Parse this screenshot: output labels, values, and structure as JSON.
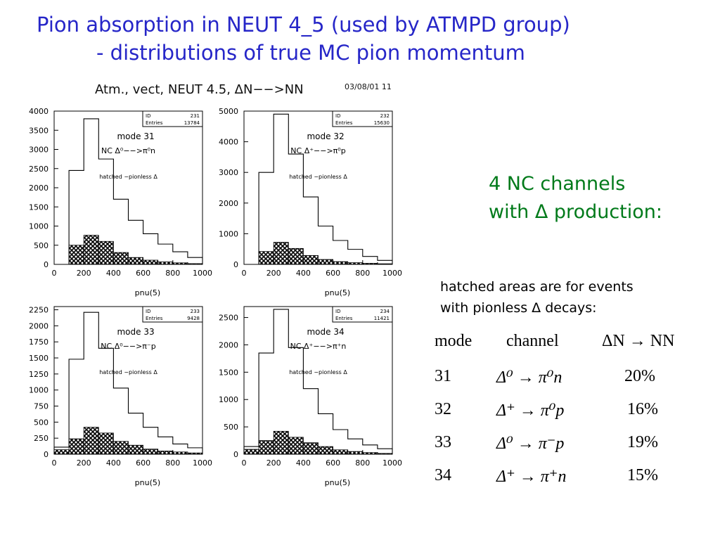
{
  "title": {
    "line1": "Pion absorption in NEUT 4_5 (used by ATMPD group)",
    "line2": "- distributions of true MC pion momentum"
  },
  "figure_header": {
    "text": "Atm., vect, NEUT 4.5,  ΔN−−>NN",
    "date": "03/08/01  11"
  },
  "side_note": {
    "nc_line1": "4 NC channels",
    "nc_line2": "with Δ production:",
    "hatch_line1": "hatched areas are for events",
    "hatch_line2": "with pionless Δ decays:"
  },
  "table": {
    "headers": [
      "mode",
      "channel",
      "ΔN → NN"
    ],
    "rows": [
      {
        "mode": "31",
        "channel": "Δ⁰ → π⁰n",
        "frac": "20%"
      },
      {
        "mode": "32",
        "channel": "Δ⁺ → π⁰p",
        "frac": "16%"
      },
      {
        "mode": "33",
        "channel": "Δ⁰ → π⁻p",
        "frac": "19%"
      },
      {
        "mode": "34",
        "channel": "Δ⁺ → π⁺n",
        "frac": "15%"
      }
    ]
  },
  "colors": {
    "title": "#2626c8",
    "nc_text": "#007a1a",
    "axes": "#000000"
  },
  "chart_data": [
    {
      "type": "bar",
      "id_label": "ID",
      "id": "231",
      "entries_label": "Entries",
      "entries": "13784",
      "mode_text": "mode 31",
      "channel_text": "NC Δ⁰−−>π⁰n",
      "hatch_text": "hatched −pionless Δ",
      "xlabel": "pnu(5)",
      "xlim": [
        0,
        1000
      ],
      "ylim": [
        0,
        4000
      ],
      "yticks": [
        0,
        500,
        1000,
        1500,
        2000,
        2500,
        3000,
        3500,
        4000
      ],
      "xticks": [
        0,
        200,
        400,
        600,
        800,
        1000
      ],
      "bin_edges": [
        0,
        100,
        200,
        300,
        400,
        500,
        600,
        700,
        800,
        900,
        1000
      ],
      "total": [
        0,
        2450,
        3800,
        2750,
        1700,
        1150,
        800,
        530,
        330,
        180
      ],
      "hatched": [
        0,
        500,
        760,
        600,
        310,
        180,
        110,
        65,
        40,
        20
      ]
    },
    {
      "type": "bar",
      "id_label": "ID",
      "id": "232",
      "entries_label": "Entries",
      "entries": "15630",
      "mode_text": "mode 32",
      "channel_text": "NC Δ⁺−−>π⁰p",
      "hatch_text": "hatched −pionless Δ",
      "xlabel": "pnu(5)",
      "xlim": [
        0,
        1000
      ],
      "ylim": [
        0,
        5000
      ],
      "yticks": [
        0,
        1000,
        2000,
        3000,
        4000,
        5000
      ],
      "xticks": [
        0,
        200,
        400,
        600,
        800,
        1000
      ],
      "bin_edges": [
        0,
        100,
        200,
        300,
        400,
        500,
        600,
        700,
        800,
        900,
        1000
      ],
      "total": [
        0,
        3000,
        4900,
        3600,
        2200,
        1250,
        780,
        490,
        260,
        130
      ],
      "hatched": [
        0,
        420,
        720,
        520,
        290,
        160,
        90,
        55,
        35,
        20
      ]
    },
    {
      "type": "bar",
      "id_label": "ID",
      "id": "233",
      "entries_label": "Entries",
      "entries": "9428",
      "mode_text": "mode 33",
      "channel_text": "NC Δ⁰−−>π⁻p",
      "hatch_text": "hatched −pionless Δ",
      "xlabel": "pnu(5)",
      "xlim": [
        0,
        1000
      ],
      "ylim": [
        0,
        2300
      ],
      "yticks": [
        0,
        250,
        500,
        750,
        1000,
        1250,
        1500,
        1750,
        2000,
        2250
      ],
      "xticks": [
        0,
        200,
        400,
        600,
        800,
        1000
      ],
      "bin_edges": [
        0,
        100,
        200,
        300,
        400,
        500,
        600,
        700,
        800,
        900,
        1000
      ],
      "total": [
        110,
        1480,
        2210,
        1650,
        1030,
        640,
        420,
        270,
        160,
        100
      ],
      "hatched": [
        70,
        240,
        420,
        330,
        200,
        140,
        80,
        50,
        35,
        20
      ]
    },
    {
      "type": "bar",
      "id_label": "ID",
      "id": "234",
      "entries_label": "Entries",
      "entries": "11421",
      "mode_text": "mode 34",
      "channel_text": "NC Δ⁺−−>π⁺n",
      "hatch_text": "hatched −pionless Δ",
      "xlabel": "pnu(5)",
      "xlim": [
        0,
        1000
      ],
      "ylim": [
        0,
        2700
      ],
      "yticks": [
        0,
        500,
        1000,
        1500,
        2000,
        2500
      ],
      "xticks": [
        0,
        200,
        400,
        600,
        800,
        1000
      ],
      "bin_edges": [
        0,
        100,
        200,
        300,
        400,
        500,
        600,
        700,
        800,
        900,
        1000
      ],
      "total": [
        140,
        1850,
        2650,
        1950,
        1200,
        740,
        450,
        280,
        170,
        100
      ],
      "hatched": [
        90,
        250,
        420,
        310,
        210,
        140,
        80,
        50,
        30,
        15
      ]
    }
  ]
}
